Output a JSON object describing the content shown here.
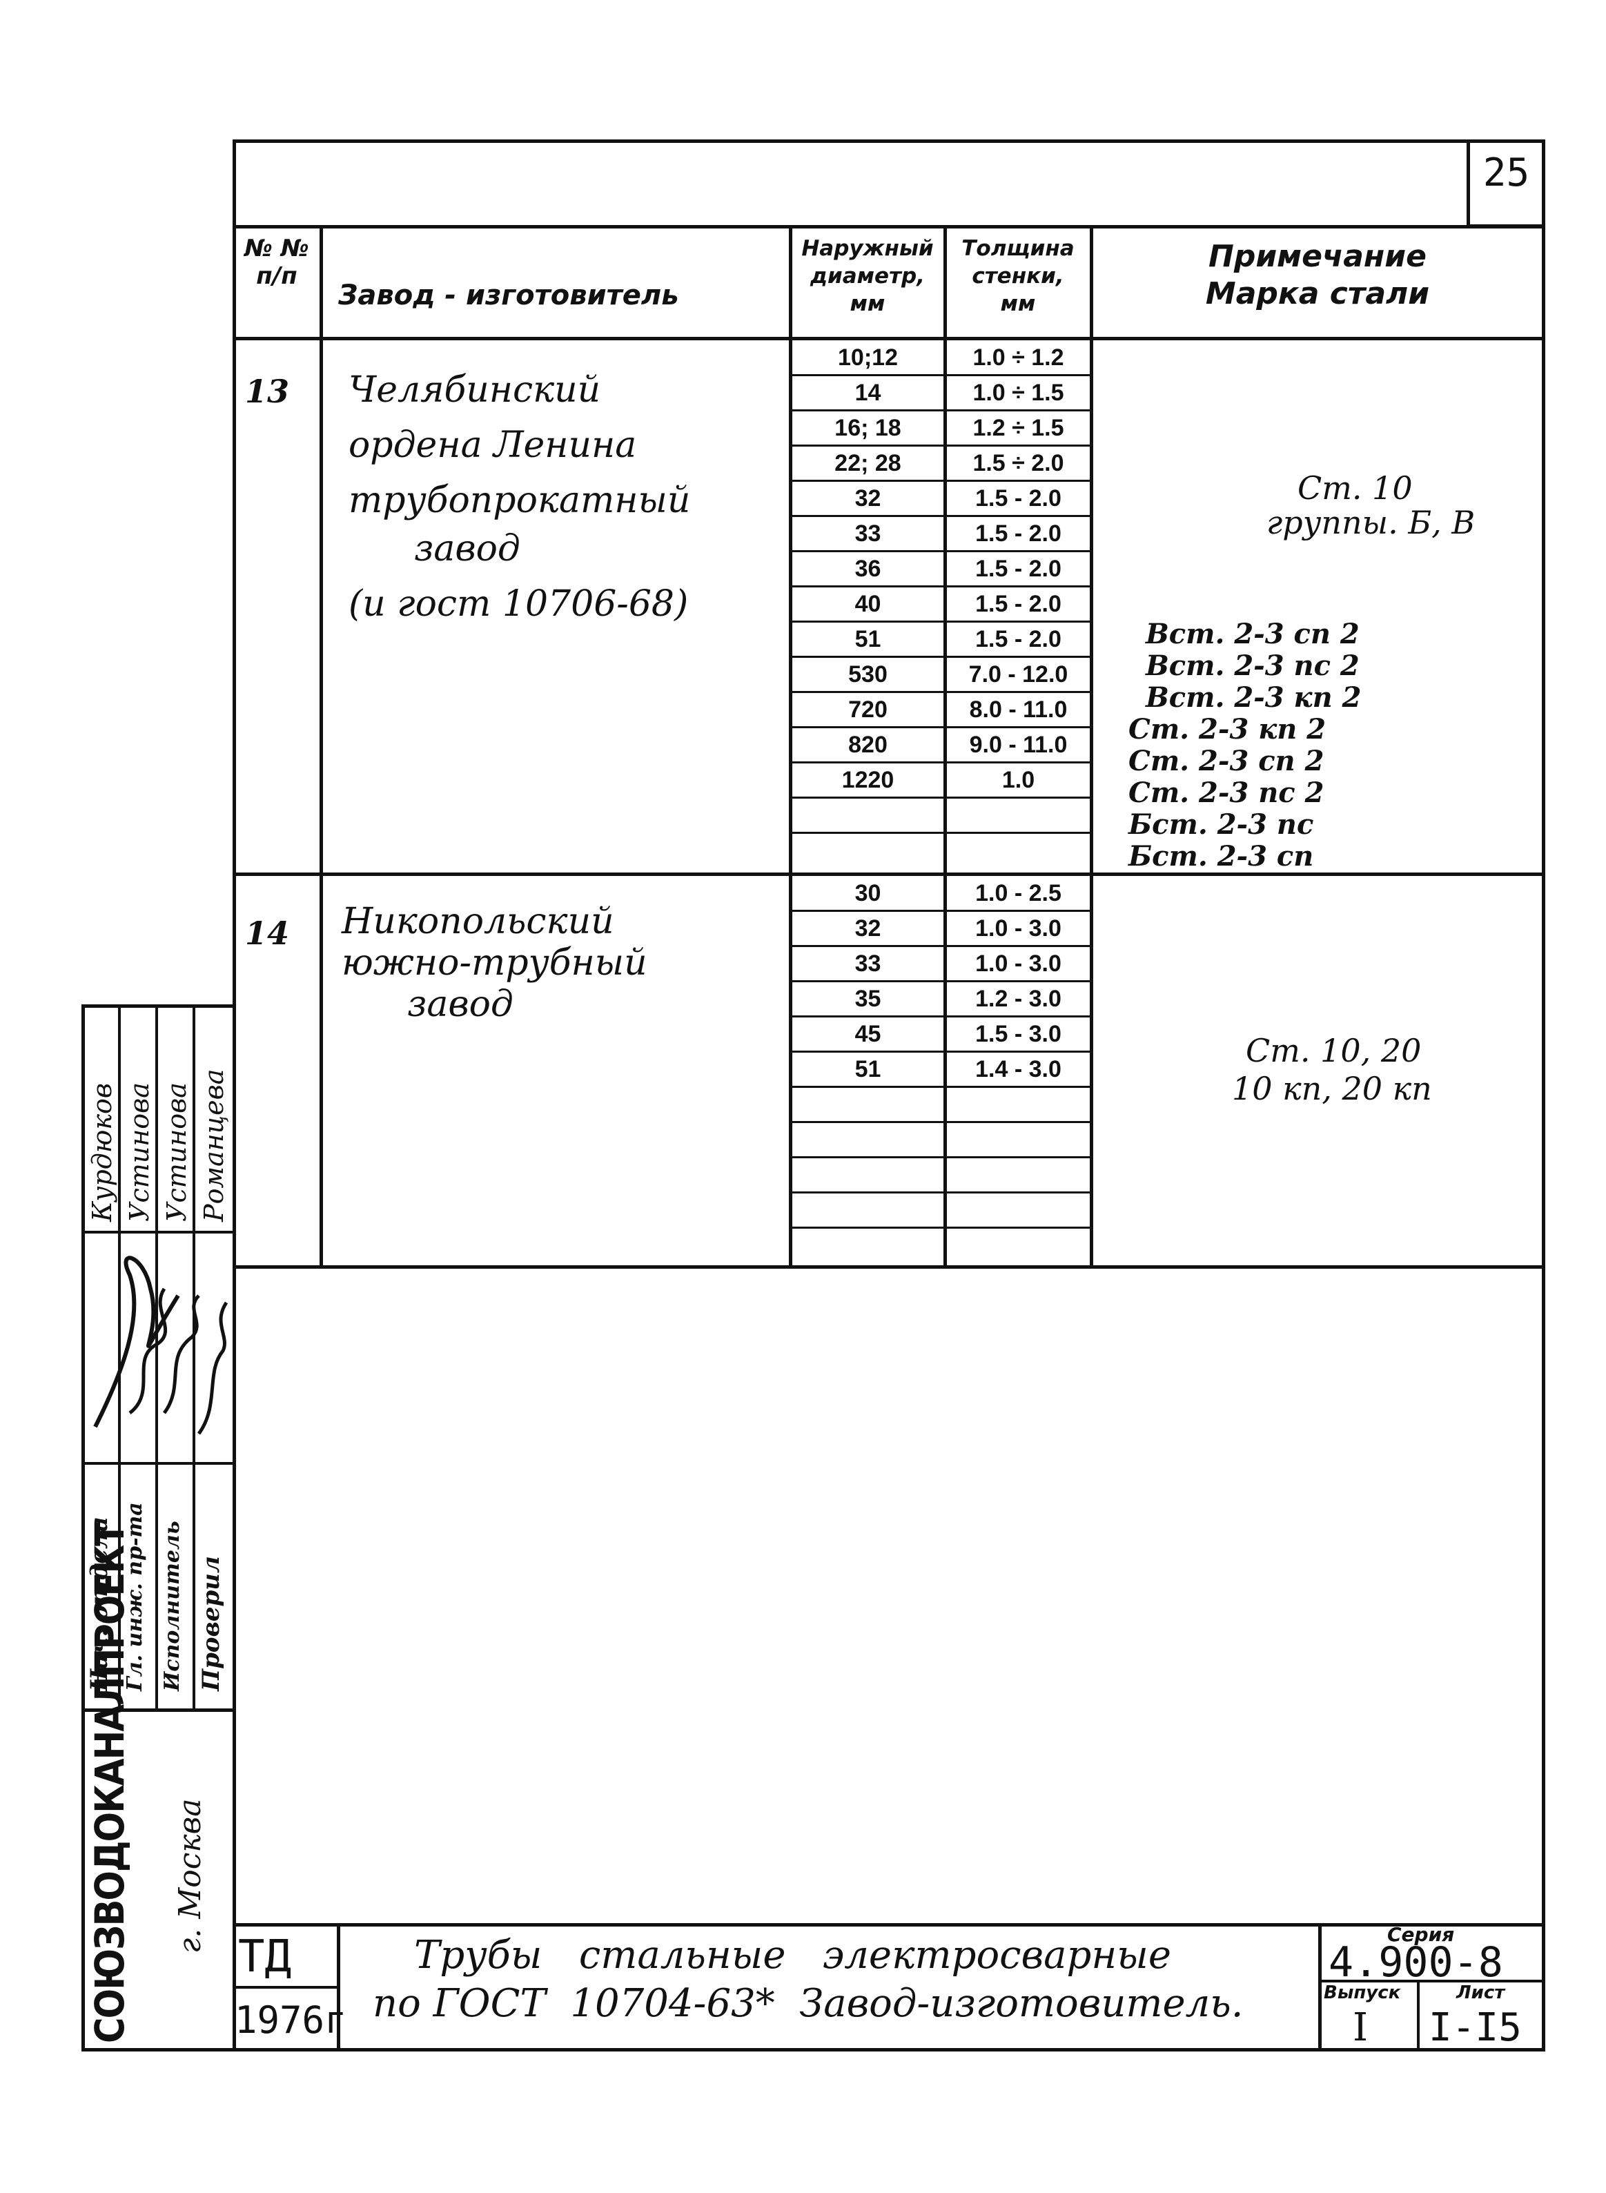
{
  "page_number": "25",
  "table_header": {
    "num_col": "№ №\nп/п",
    "plant_col": "Завод - изготовитель",
    "diameter_col": "Наружный\nдиаметр,\nмм",
    "wall_col": "Толщина\nстенки,\nмм",
    "note_col": "Примечание\nМарка стали"
  },
  "rows": [
    {
      "num": "13",
      "plant_lines": [
        "Челябинский",
        "ордена  Ленина",
        "трубопрокатный",
        "завод",
        "(и гост  10706-68)"
      ],
      "sizes": [
        {
          "d": "10;12",
          "t": "1.0 ÷ 1.2"
        },
        {
          "d": "14",
          "t": "1.0 ÷ 1.5"
        },
        {
          "d": "16; 18",
          "t": "1.2 ÷ 1.5"
        },
        {
          "d": "22; 28",
          "t": "1.5 ÷ 2.0"
        },
        {
          "d": "32",
          "t": "1.5 - 2.0"
        },
        {
          "d": "33",
          "t": "1.5 - 2.0"
        },
        {
          "d": "36",
          "t": "1.5 - 2.0"
        },
        {
          "d": "40",
          "t": "1.5 - 2.0"
        },
        {
          "d": "51",
          "t": "1.5 - 2.0"
        },
        {
          "d": "530",
          "t": "7.0 - 12.0"
        },
        {
          "d": "720",
          "t": "8.0 - 11.0"
        },
        {
          "d": "820",
          "t": "9.0 - 11.0"
        },
        {
          "d": "1220",
          "t": "1.0"
        },
        {
          "d": "",
          "t": ""
        },
        {
          "d": "",
          "t": ""
        }
      ],
      "note_top": [
        "Ст. 10",
        "группы. Б, В"
      ],
      "note_steels": [
        "Вст. 2-3 сп 2",
        "Вст. 2-3 пс 2",
        "Вст. 2-3 кп 2",
        "Ст. 2-3 кп 2",
        "Ст. 2-3 сп 2",
        "Ст. 2-3 пс 2",
        "Бст. 2-3 пс",
        "Бст. 2-3 сп"
      ]
    },
    {
      "num": "14",
      "plant_lines": [
        "Никопольский",
        "южно-трубный",
        "завод"
      ],
      "sizes": [
        {
          "d": "30",
          "t": "1.0 - 2.5"
        },
        {
          "d": "32",
          "t": "1.0 - 3.0"
        },
        {
          "d": "33",
          "t": "1.0 - 3.0"
        },
        {
          "d": "35",
          "t": "1.2 - 3.0"
        },
        {
          "d": "45",
          "t": "1.5 - 3.0"
        },
        {
          "d": "51",
          "t": "1.4 - 3.0"
        },
        {
          "d": "",
          "t": ""
        },
        {
          "d": "",
          "t": ""
        },
        {
          "d": "",
          "t": ""
        },
        {
          "d": "",
          "t": ""
        },
        {
          "d": "",
          "t": ""
        }
      ],
      "note_top": [
        "Ст. 10, 20",
        "10 кп, 20 кп"
      ],
      "note_steels": []
    }
  ],
  "side_stamp": {
    "roles": [
      "Нач. отдела",
      "Гл. инж. пр-та",
      "Исполнитель",
      "Проверил"
    ],
    "names": [
      "Курдюков",
      "Устинова",
      "Устинова",
      "Романцева"
    ],
    "organization": "СОЮЗВОДОКАНАЛПРОЕКТ",
    "city": "г. Москва"
  },
  "title_block": {
    "code": "ТД",
    "year": "1976г",
    "title_line1": "Трубы   стальные   электросварные",
    "title_line2": "по ГОСТ  10704-63*  Завод-изготовитель.",
    "series_label": "Серия",
    "series_value": "4.900-8",
    "issue_label": "Выпуск",
    "issue_value": "I",
    "sheet_label": "Лист",
    "sheet_value": "I-I5"
  }
}
